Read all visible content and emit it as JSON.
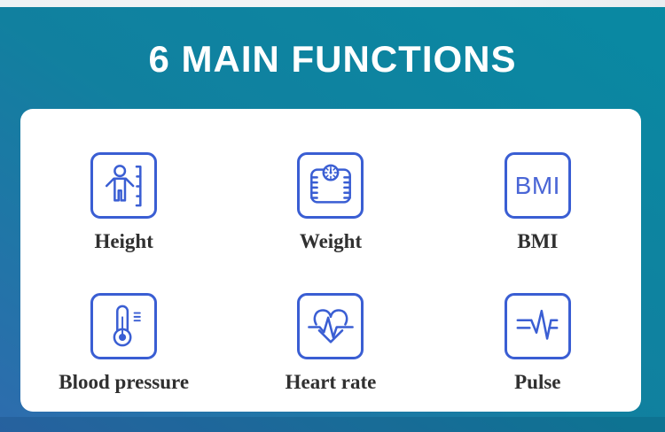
{
  "title": "6 MAIN FUNCTIONS",
  "functions": [
    {
      "label": "Height",
      "icon": "height-ruler-icon"
    },
    {
      "label": "Weight",
      "icon": "weight-scale-icon"
    },
    {
      "label": "BMI",
      "icon": "bmi-icon",
      "icon_text": "BMI"
    },
    {
      "label": "Blood pressure",
      "icon": "thermometer-icon"
    },
    {
      "label": "Heart rate",
      "icon": "heart-ecg-icon"
    },
    {
      "label": "Pulse",
      "icon": "pulse-wave-icon"
    }
  ],
  "colors": {
    "background_teal": "#0989a2",
    "background_blue": "#2e6cae",
    "card_background": "#ffffff",
    "icon_blue": "#3a5ed3",
    "label_text": "#303030",
    "title_text": "#ffffff"
  }
}
